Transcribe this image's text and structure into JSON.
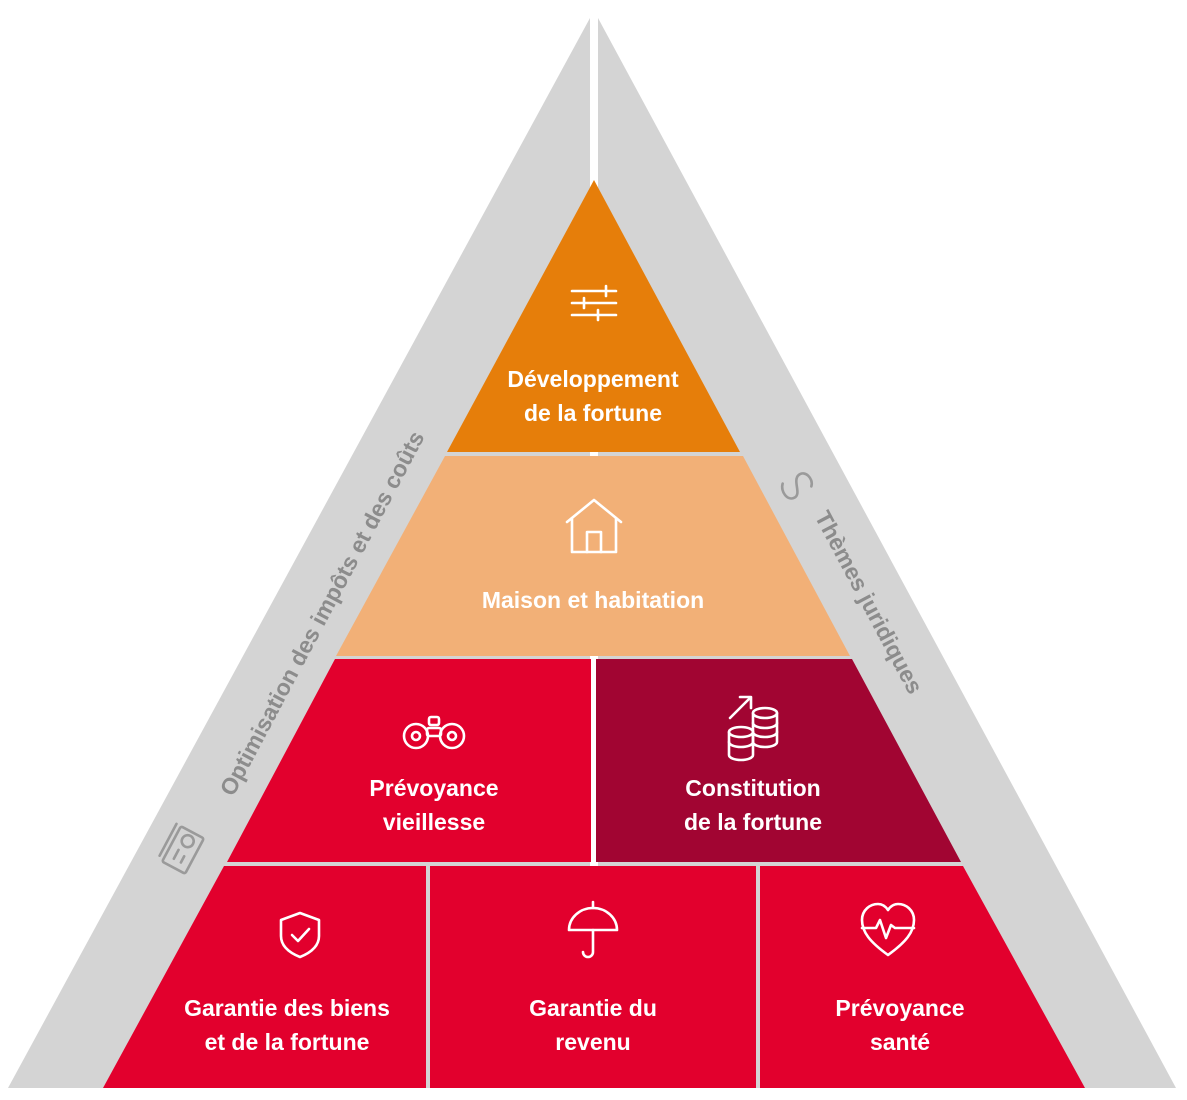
{
  "colors": {
    "frame_gray": "#d4d4d4",
    "orange": "#e67e0a",
    "light_orange": "#f2b077",
    "red": "#e2002d",
    "dark_red": "#a10532",
    "side_text": "#8c8c8c"
  },
  "left_side": {
    "label": "Optimisation des impôts et des coûts",
    "icon": "tax-receipt-icon"
  },
  "right_side": {
    "label": "Thèmes juridiques",
    "icon": "paragraph-icon"
  },
  "levels": {
    "top": {
      "line1": "Développement",
      "line2": "de la fortune",
      "icon": "sliders-icon"
    },
    "second": {
      "line1": "Maison et habitation",
      "icon": "house-icon"
    },
    "third_left": {
      "line1": "Prévoyance",
      "line2": "vieillesse",
      "icon": "binoculars-icon"
    },
    "third_right": {
      "line1": "Constitution",
      "line2": "de la fortune",
      "icon": "coins-growth-icon"
    },
    "base_left": {
      "line1": "Garantie des biens",
      "line2": "et de la fortune",
      "icon": "shield-check-icon"
    },
    "base_mid": {
      "line1": "Garantie du",
      "line2": "revenu",
      "icon": "umbrella-icon"
    },
    "base_right": {
      "line1": "Prévoyance",
      "line2": "santé",
      "icon": "heart-pulse-icon"
    }
  }
}
